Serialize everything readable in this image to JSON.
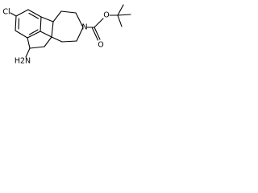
{
  "molecule": {
    "atom_labels": {
      "chlorine": "Cl",
      "amine": "H2N",
      "ring_nitrogen": "N",
      "carbonyl_oxygen": "O",
      "ester_oxygen": "O"
    }
  }
}
